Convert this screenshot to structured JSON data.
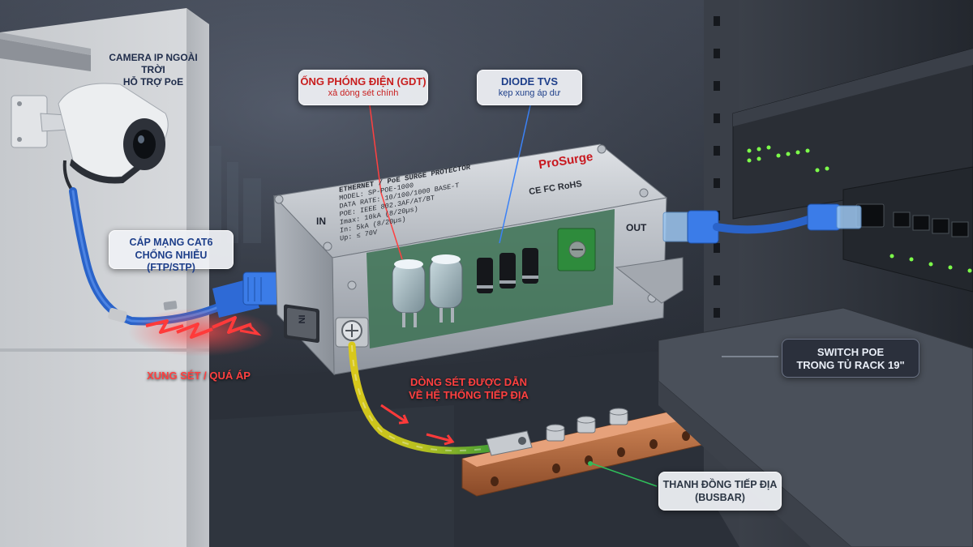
{
  "labels": {
    "camera": {
      "line1": "CAMERA IP NGOÀI TRỜI",
      "line2": "HỖ TRỢ PoE"
    },
    "gdt": {
      "line1": "ỐNG PHÓNG ĐIỆN (GDT)",
      "line2": "xả dòng sét chính"
    },
    "tvs": {
      "line1": "DIODE TVS",
      "line2": "kẹp xung áp dư"
    },
    "cable": {
      "line1": "CÁP MẠNG CAT6",
      "line2": "CHỐNG NHIỄU (FTP/STP)"
    },
    "surge": {
      "line1": "XUNG SÉT / QUÁ ÁP"
    },
    "ground_flow": {
      "line1": "DÒNG SÉT ĐƯỢC DẪN",
      "line2": "VỀ HỆ THỐNG TIẾP ĐỊA"
    },
    "switch": {
      "line1": "SWITCH POE",
      "line2": "TRONG TỦ RACK 19\""
    },
    "busbar": {
      "line1": "THANH ĐỒNG TIẾP ĐỊA",
      "line2": "(BUSBAR)"
    }
  },
  "device": {
    "port_in": "IN",
    "port_in_side": "IN",
    "port_out": "OUT",
    "brand": "ProSurge",
    "cert": "CE FC RoHS",
    "plate_lines": [
      "ETHERNET / PoE SURGE PROTECTOR",
      "MODEL: SP-POE-1000",
      "DATA RATE: 10/100/1000 BASE-T",
      "POE: IEEE 802.3AF/AT/BT",
      "Imax: 10kA (8/20µs)",
      "In: 5kA (8/20µs)",
      "Up: ≤ 70V"
    ]
  },
  "colors": {
    "label_blue": "#2251a6",
    "label_red": "#c81e1e",
    "cable_blue": "#2f6ee0",
    "ground_wire_yellow": "#e6d21a",
    "ground_wire_green": "#2f9a3a",
    "copper": "#b86a3c",
    "surge_red": "#ff3030",
    "led_green": "#7dff4a"
  },
  "icons": [
    "camera-icon",
    "lightning-icon",
    "rj45-connector-icon",
    "screw-terminal-icon"
  ]
}
